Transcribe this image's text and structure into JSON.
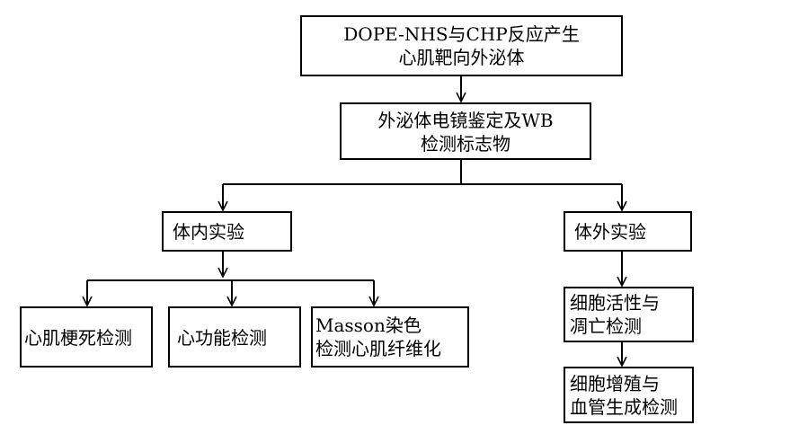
{
  "flowchart": {
    "top": {
      "line1": "DOPE-NHS与CHP反应产生",
      "line2": "心肌靶向外泌体"
    },
    "identification": {
      "line1": "外泌体电镜鉴定及WB",
      "line2": "检测标志物"
    },
    "in_vivo": {
      "label": "体内实验"
    },
    "in_vitro": {
      "label": "体外实验"
    },
    "mi_detection": {
      "label": "心肌梗死检测"
    },
    "cardiac_function": {
      "label": "心功能检测"
    },
    "masson": {
      "line1": "Masson染色",
      "line2": "检测心肌纤维化"
    },
    "viability": {
      "line1": "细胞活性与",
      "line2": "凋亡检测"
    },
    "proliferation": {
      "line1": "细胞增殖与",
      "line2": "血管生成检测"
    }
  }
}
